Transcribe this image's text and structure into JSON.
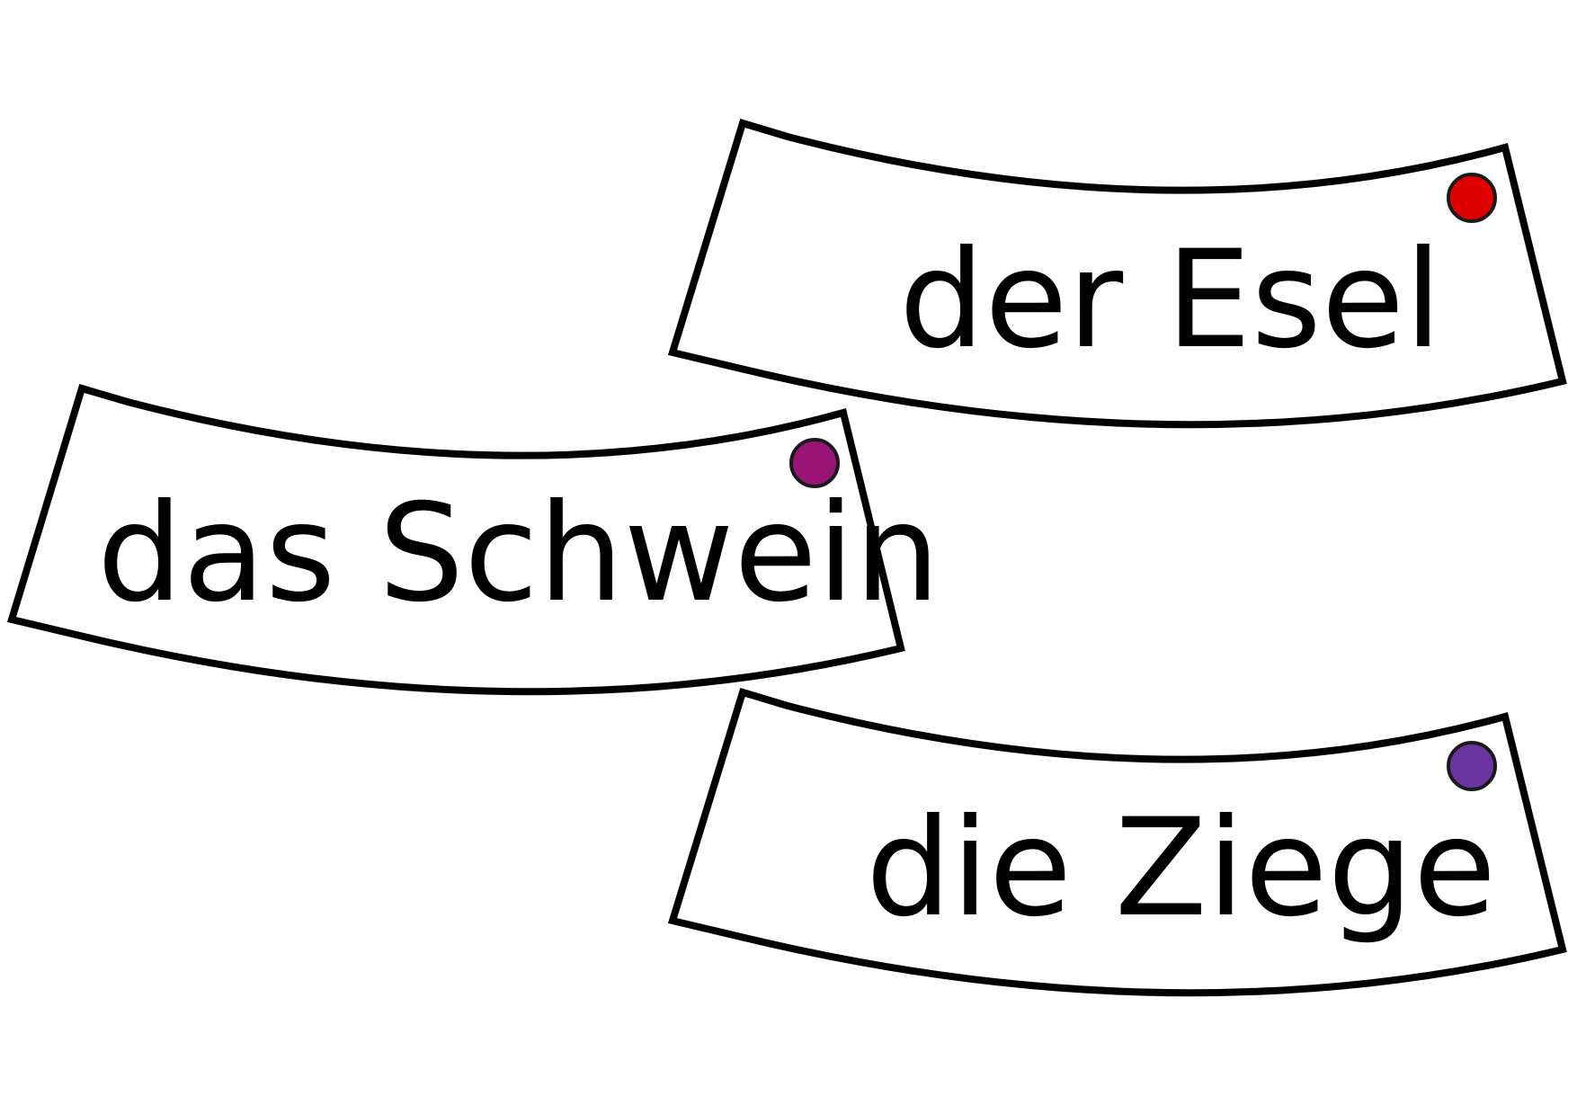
{
  "cards": [
    {
      "label": "der Esel",
      "dot_color": "#e00000"
    },
    {
      "label": "das Schwein",
      "dot_color": "#9a1478"
    },
    {
      "label": "die Ziege",
      "dot_color": "#6a35a0"
    }
  ]
}
